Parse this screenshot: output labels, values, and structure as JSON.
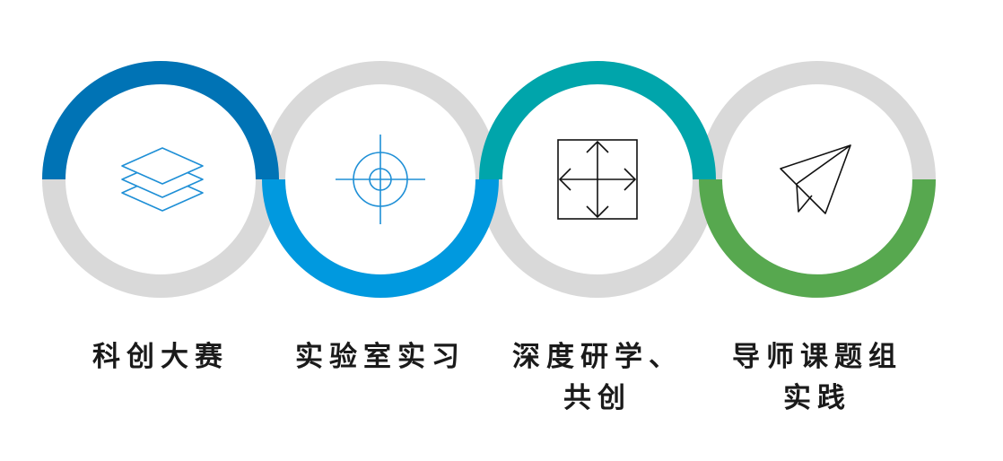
{
  "colors": {
    "ring_gray": "#d9d9d9",
    "dark_blue": "#0073b5",
    "light_blue": "#0099df",
    "teal": "#00a5ab",
    "green": "#57a84f",
    "icon_blue": "#1e8fd6",
    "icon_black": "#111111",
    "text": "#1a1a1a"
  },
  "steps": [
    {
      "icon": "layers-icon",
      "accent": "dark_blue",
      "accent_half": "top",
      "lines": [
        "科创大赛"
      ]
    },
    {
      "icon": "crosshair-icon",
      "accent": "light_blue",
      "accent_half": "bottom",
      "lines": [
        "实验室实习"
      ]
    },
    {
      "icon": "expand-arrows-icon",
      "accent": "teal",
      "accent_half": "top",
      "lines": [
        "深度研学、",
        "共创"
      ]
    },
    {
      "icon": "paper-plane-icon",
      "accent": "green",
      "accent_half": "bottom",
      "lines": [
        "导师课题组",
        "实践"
      ]
    }
  ]
}
